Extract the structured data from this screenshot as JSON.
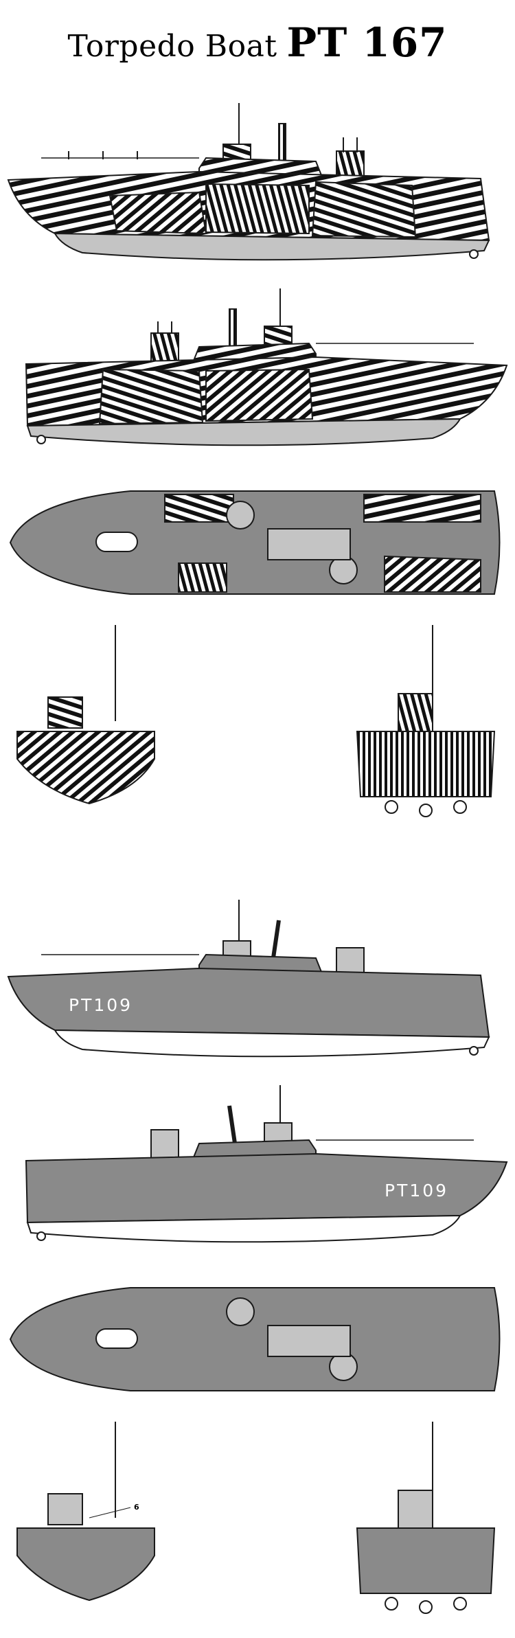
{
  "title": {
    "prefix": "Torpedo Boat",
    "designation": "PT 167"
  },
  "views": [
    {
      "id": "camo-starboard",
      "scheme": "dazzle",
      "hull_label": ""
    },
    {
      "id": "camo-port",
      "scheme": "dazzle",
      "hull_label": ""
    },
    {
      "id": "camo-top",
      "scheme": "dazzle",
      "hull_label": ""
    },
    {
      "id": "camo-front",
      "scheme": "dazzle",
      "hull_label": ""
    },
    {
      "id": "camo-rear",
      "scheme": "dazzle",
      "hull_label": ""
    },
    {
      "id": "grey-starboard",
      "scheme": "grey",
      "hull_label": "PT109"
    },
    {
      "id": "grey-port",
      "scheme": "grey",
      "hull_label": "PT109"
    },
    {
      "id": "grey-top",
      "scheme": "grey",
      "hull_label": ""
    },
    {
      "id": "grey-front",
      "scheme": "grey",
      "hull_label": "",
      "callout": "6"
    },
    {
      "id": "grey-rear",
      "scheme": "grey",
      "hull_label": ""
    }
  ],
  "colors": {
    "grey": "#8a8a8a",
    "light_grey": "#c4c4c4",
    "dark": "#3a3a3a",
    "outline": "#1a1a1a"
  }
}
